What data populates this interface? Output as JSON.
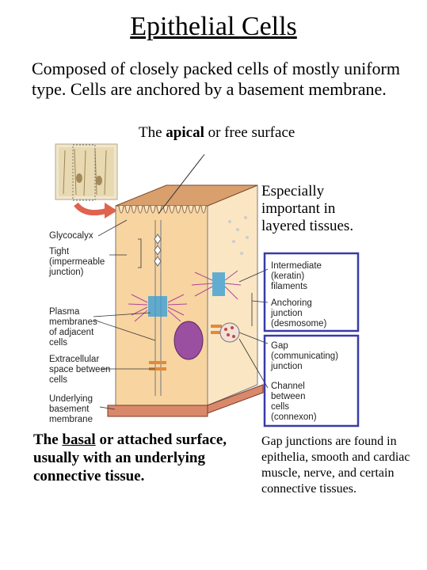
{
  "title": "Epithelial Cells",
  "intro": "Composed of closely packed cells of mostly uniform type. Cells are anchored by a basement membrane.",
  "apical_caption": {
    "prefix": "The ",
    "bold": "apical",
    "suffix": " or free surface"
  },
  "layered_note": "Especially important in layered tissues.",
  "basal_caption": {
    "prefix": "The ",
    "underlined": "basal",
    "suffix": " or attached surface, usually with an underlying connective tissue."
  },
  "gap_note": "Gap junctions are found in epithelia, smooth and cardiac muscle, nerve, and certain connective tissues.",
  "labels": {
    "glycocalyx": "Glycocalyx",
    "tight": "Tight\n(impermeable\njunction)",
    "plasma": "Plasma\nmembranes\nof adjacent\ncells",
    "extracellular": "Extracellular\nspace between\ncells",
    "basement": "Underlying\nbasement\nmembrane",
    "intermediate": "Intermediate\n(keratin)\nfilaments",
    "anchoring": "Anchoring\njunction\n(desmosome)",
    "gap": "Gap\n(communicating)\njunction",
    "channel": "Channel\nbetween\ncells\n(connexon)"
  },
  "colors": {
    "cell": "#f7d4a0",
    "cell_side": "#fbe6c4",
    "apical_top": "#d9a06e",
    "basement": "#d9896a",
    "nucleus": "#9b4fa0",
    "box_border": "#3a3aa8",
    "arrow": "#e0634e",
    "desmosome_filaments": "#b0449a",
    "junction_blue": "#3b9fd6"
  }
}
